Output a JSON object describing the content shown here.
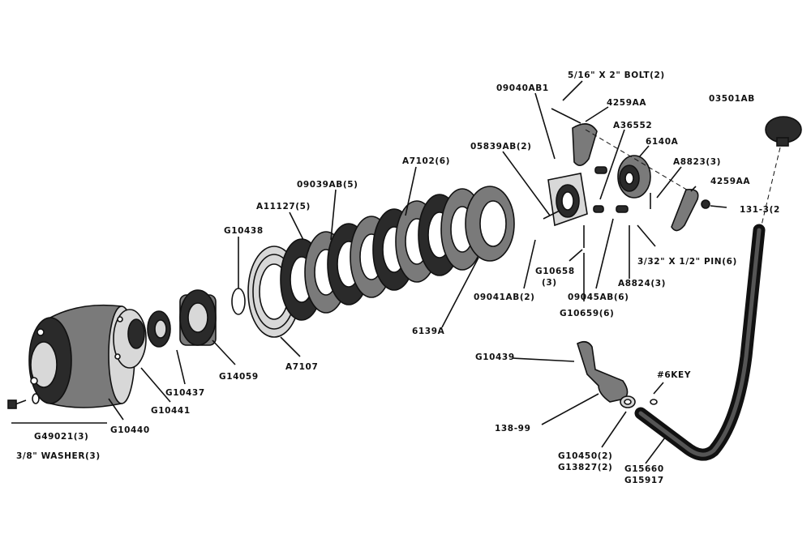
{
  "labels": {
    "bolt_2": "5/16\" X 2\" BOLT(2)",
    "p09040ab1": "09040AB1",
    "p4259aa_top": "4259AA",
    "p03501ab": "03501AB",
    "pA36552": "A36552",
    "p6140a": "6140A",
    "p05839ab": "05839AB(2)",
    "pA8823": "A8823(3)",
    "pA7102": "A7102(6)",
    "p4259aa_right": "4259AA",
    "p09039ab": "09039AB(5)",
    "p131_3": "131-3(2",
    "pA11127": "A11127(5)",
    "pG10438": "G10438",
    "pin_6": "3/32\" X 1/2\" PIN(6)",
    "pG10658": "G10658",
    "pG10658_qty": "(3)",
    "pA8824": "A8824(3)",
    "p09041ab": "09041AB(2)",
    "p09045ab": "09045AB(6)",
    "pG10659": "G10659(6)",
    "p6139a": "6139A",
    "pG10439": "G10439",
    "pA7107": "A7107",
    "pG10437": "G10437",
    "pG14059": "G14059",
    "p6key": "#6KEY",
    "pG10441": "G10441",
    "pG10440": "G10440",
    "p138_99": "138-99",
    "pG49021": "G49021(3)",
    "washer_3": "3/8\" WASHER(3)",
    "pG10450": "G10450(2)",
    "pG13827": "G13827(2)",
    "pG15660": "G15660",
    "pG15917": "G15917"
  }
}
